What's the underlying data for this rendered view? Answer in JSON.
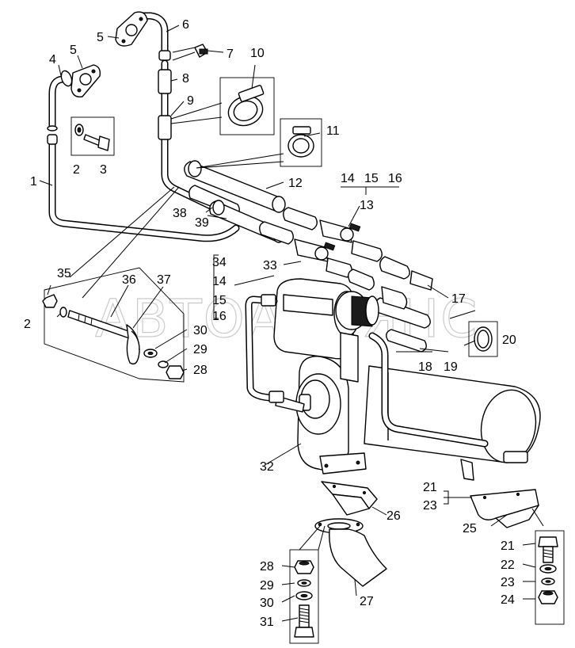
{
  "watermark": "АВТОАЛЬЯНС",
  "callouts": [
    {
      "id": "c1",
      "text": "1"
    },
    {
      "id": "c2a",
      "text": "2"
    },
    {
      "id": "c3",
      "text": "3"
    },
    {
      "id": "c4",
      "text": "4"
    },
    {
      "id": "c5a",
      "text": "5"
    },
    {
      "id": "c5b",
      "text": "5"
    },
    {
      "id": "c6",
      "text": "6"
    },
    {
      "id": "c7",
      "text": "7"
    },
    {
      "id": "c8",
      "text": "8"
    },
    {
      "id": "c9",
      "text": "9"
    },
    {
      "id": "c10",
      "text": "10"
    },
    {
      "id": "c11",
      "text": "11"
    },
    {
      "id": "c12",
      "text": "12"
    },
    {
      "id": "c13",
      "text": "13"
    },
    {
      "id": "c14a",
      "text": "14"
    },
    {
      "id": "c15a",
      "text": "15"
    },
    {
      "id": "c16a",
      "text": "16"
    },
    {
      "id": "c17",
      "text": "17"
    },
    {
      "id": "c18",
      "text": "18"
    },
    {
      "id": "c19",
      "text": "19"
    },
    {
      "id": "c20",
      "text": "20"
    },
    {
      "id": "c21a",
      "text": "21"
    },
    {
      "id": "c23a",
      "text": "23"
    },
    {
      "id": "c25",
      "text": "25"
    },
    {
      "id": "c26",
      "text": "26"
    },
    {
      "id": "c27",
      "text": "27"
    },
    {
      "id": "c28a",
      "text": "28"
    },
    {
      "id": "c29a",
      "text": "29"
    },
    {
      "id": "c30a",
      "text": "30"
    },
    {
      "id": "c31",
      "text": "31"
    },
    {
      "id": "c32",
      "text": "32"
    },
    {
      "id": "c33",
      "text": "33"
    },
    {
      "id": "c34",
      "text": "34"
    },
    {
      "id": "c14b",
      "text": "14"
    },
    {
      "id": "c15b",
      "text": "15"
    },
    {
      "id": "c16b",
      "text": "16"
    },
    {
      "id": "c35",
      "text": "35"
    },
    {
      "id": "c36",
      "text": "36"
    },
    {
      "id": "c37",
      "text": "37"
    },
    {
      "id": "c2b",
      "text": "2"
    },
    {
      "id": "c30b",
      "text": "30"
    },
    {
      "id": "c29b",
      "text": "29"
    },
    {
      "id": "c28b",
      "text": "28"
    },
    {
      "id": "c38",
      "text": "38"
    },
    {
      "id": "c39",
      "text": "39"
    },
    {
      "id": "c21b",
      "text": "21"
    },
    {
      "id": "c22",
      "text": "22"
    },
    {
      "id": "c23b",
      "text": "23"
    },
    {
      "id": "c24",
      "text": "24"
    }
  ]
}
